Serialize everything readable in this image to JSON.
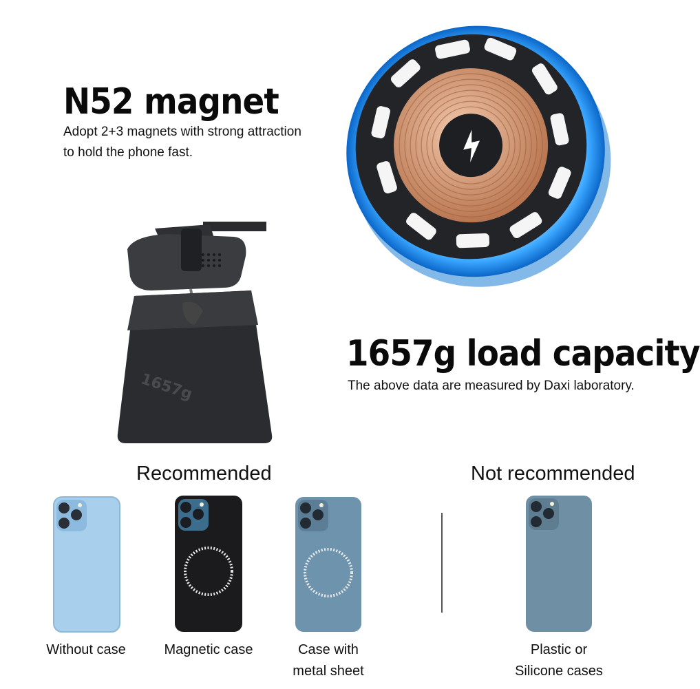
{
  "features": [
    {
      "title": "N52 magnet",
      "desc_lines": [
        "Adopt 2+3 magnets with strong attraction",
        "to hold the phone fast."
      ]
    },
    {
      "title": "1657g load capacity",
      "desc_lines": [
        "The above data are measured by Daxi laboratory."
      ]
    }
  ],
  "weight_label": "1657g",
  "recommended": {
    "heading": "Recommended",
    "items": [
      {
        "caption_lines": [
          "Without case"
        ],
        "color": "#a8d0ec"
      },
      {
        "caption_lines": [
          "Magnetic case"
        ],
        "color": "#1b1b1d"
      },
      {
        "caption_lines": [
          "Case with",
          "metal sheet"
        ],
        "color": "#6d93ad"
      }
    ]
  },
  "not_recommended": {
    "heading": "Not recommended",
    "items": [
      {
        "caption_lines": [
          "Plastic or",
          "Silicone cases"
        ],
        "color": "#6f8fa4"
      }
    ]
  },
  "colors": {
    "charger_glow": "#3aa6ff",
    "coil_copper": "#c98a66",
    "text": "#111111"
  }
}
